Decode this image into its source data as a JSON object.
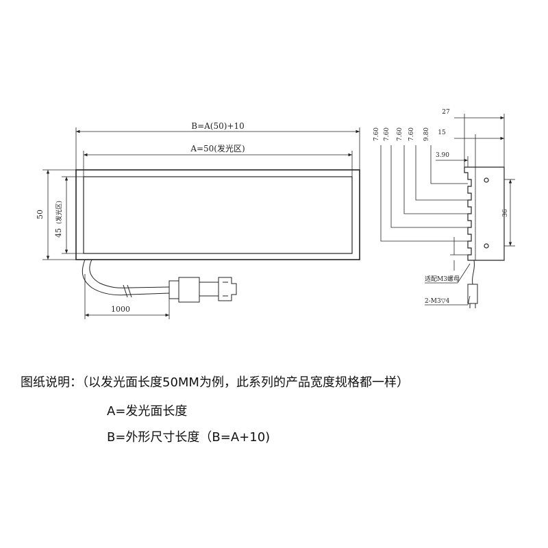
{
  "dims": {
    "b_length": "B=A(50)+10",
    "a_length": "A=50(发光区)",
    "height_50": "50",
    "height_45": "45",
    "emit_area": "(发光区)",
    "cable_1000": "1000",
    "side_27": "27",
    "side_15": "15",
    "side_390": "3.90",
    "side_36": "36",
    "side_760": "7.60",
    "side_980": "9.80",
    "nut_label": "适配M3螺母",
    "screw_label": "2-M3▽4"
  },
  "notes": {
    "heading": "图纸说明：（以发光面长度50MM为例，此系列的产品宽度规格都一样）",
    "a_def": "A=发光面长度",
    "b_def": "B=外形尺寸长度（B=A+10)"
  }
}
